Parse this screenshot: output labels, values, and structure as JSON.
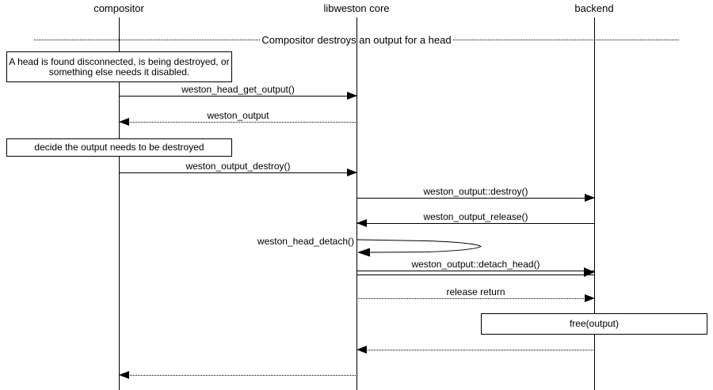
{
  "diagram": {
    "type": "uml-sequence-diagram",
    "colors": {
      "line": "#000000",
      "background": "#ffffff",
      "text": "#000000"
    },
    "actors": [
      {
        "name": "compositor"
      },
      {
        "name": "libweston core"
      },
      {
        "name": "backend"
      }
    ],
    "divider": {
      "label": "Compositor destroys an output for a head"
    },
    "notes": [
      {
        "text": "A head is found disconnected, is being destroyed, or something else needs it disabled.",
        "on": "compositor"
      },
      {
        "text": "decide the output needs to be destroyed",
        "on": "compositor"
      },
      {
        "text": "free(output)",
        "on": "backend"
      }
    ],
    "messages": [
      {
        "label": "weston_head_get_output()",
        "from": "compositor",
        "to": "libweston core",
        "type": "call"
      },
      {
        "label": "weston_output",
        "from": "libweston core",
        "to": "compositor",
        "type": "return"
      },
      {
        "label": "weston_output_destroy()",
        "from": "compositor",
        "to": "libweston core",
        "type": "call"
      },
      {
        "label": "weston_output::destroy()",
        "from": "libweston core",
        "to": "backend",
        "type": "call"
      },
      {
        "label": "weston_output_release()",
        "from": "backend",
        "to": "libweston core",
        "type": "call"
      },
      {
        "label": "weston_head_detach()",
        "from": "libweston core",
        "to": "libweston core",
        "type": "self-call"
      },
      {
        "label": "weston_output::detach_head()",
        "from": "libweston core",
        "to": "backend",
        "type": "emphasized-call"
      },
      {
        "label": "release return",
        "from": "libweston core",
        "to": "backend",
        "type": "return"
      },
      {
        "label": "",
        "from": "backend",
        "to": "libweston core",
        "type": "return"
      },
      {
        "label": "",
        "from": "libweston core",
        "to": "compositor",
        "type": "return"
      }
    ]
  }
}
